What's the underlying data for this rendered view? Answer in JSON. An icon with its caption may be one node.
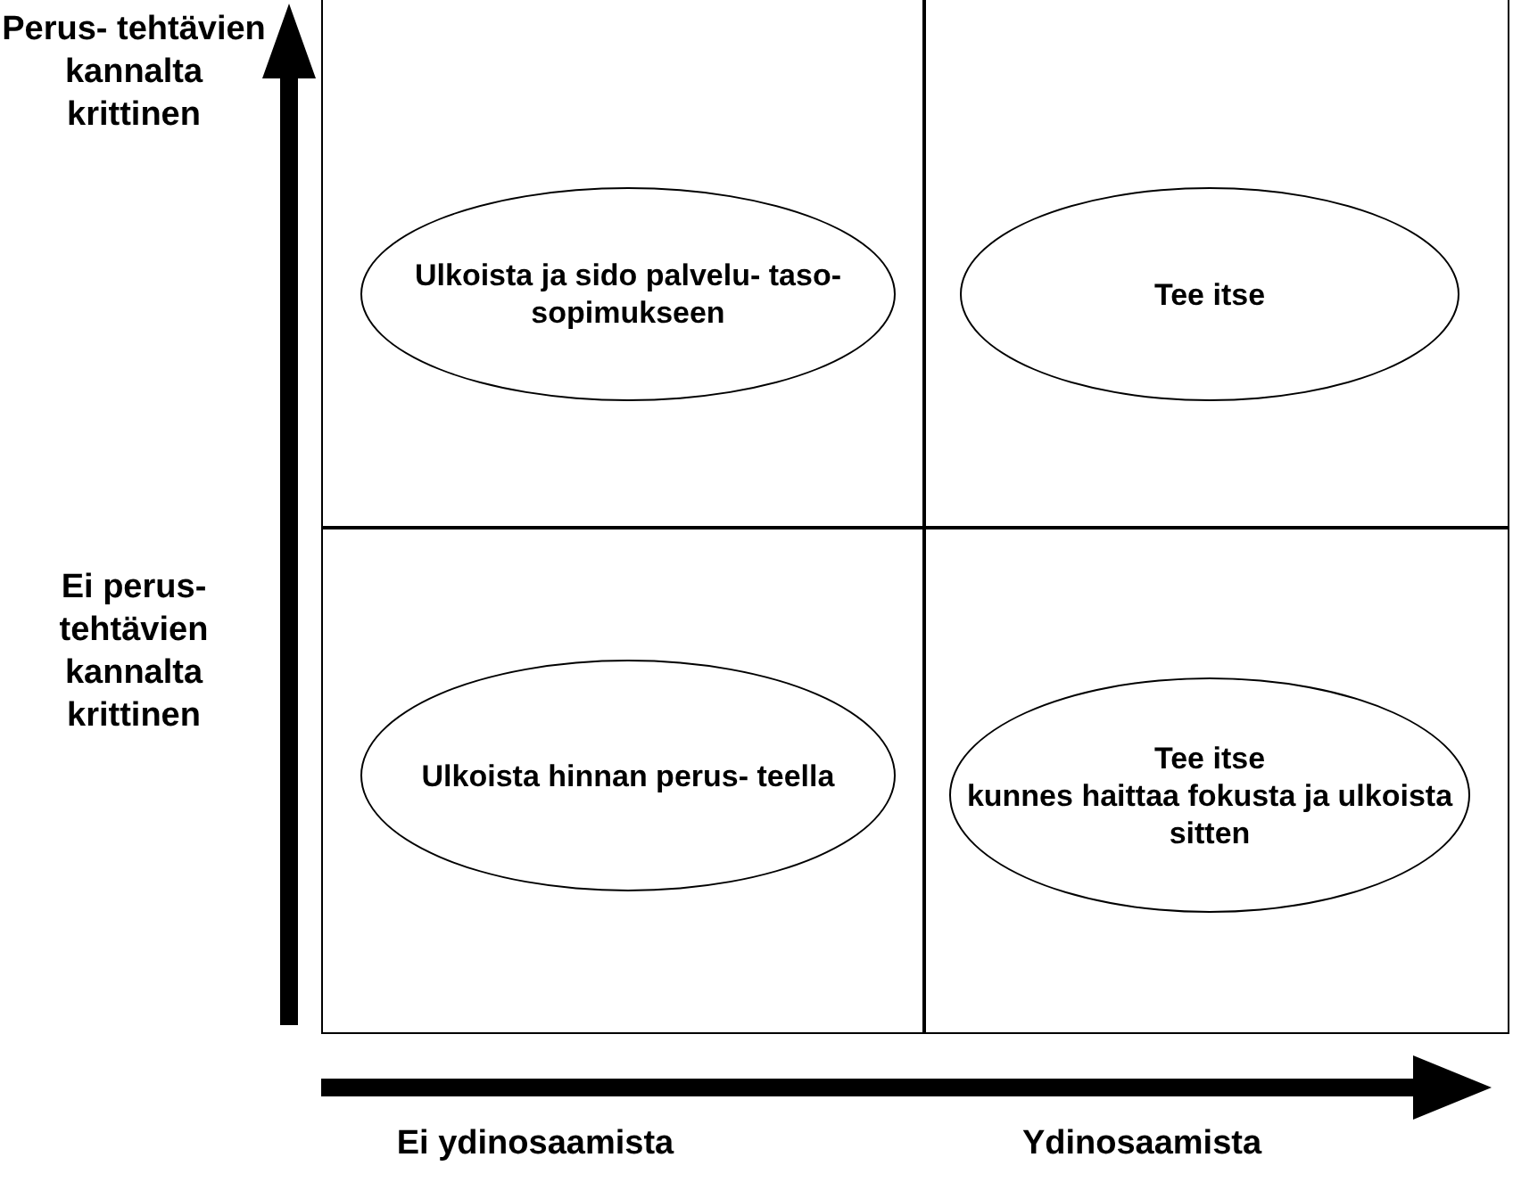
{
  "diagram": {
    "nodes": [
      {
        "text": [
          "Ulkoista ja sido palvelu- taso-sopimukseen"
        ]
      },
      {
        "text": [
          "Tee itse"
        ]
      },
      {
        "text": [
          "Ulkoista hinnan perus- teella"
        ]
      },
      {
        "text": [
          "Tee itse",
          "kunnes haittaa fokusta ja ulkoista sitten"
        ]
      }
    ],
    "edges": [],
    "labels": [
      "Perus- tehtävien kannalta krittinen",
      "Ei perus- tehtävien kannalta krittinen",
      "Ei ydinosaamista",
      "Ydinosaamista"
    ]
  }
}
